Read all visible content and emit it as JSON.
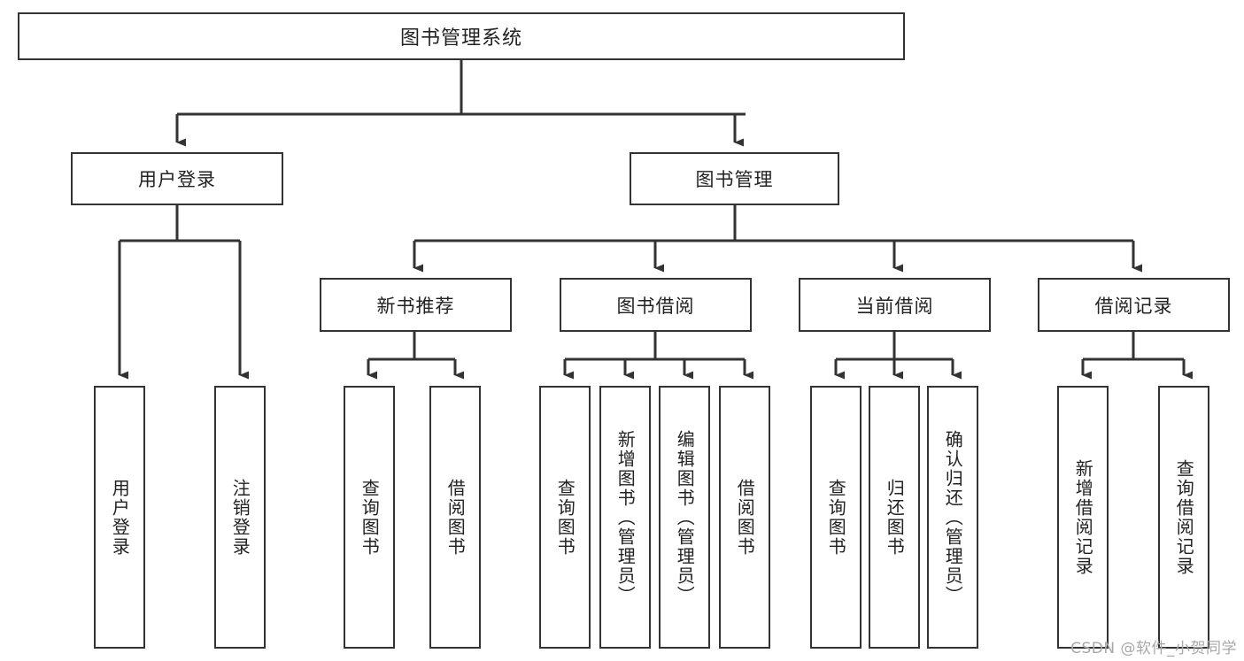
{
  "diagram": {
    "title": "图书管理系统",
    "type": "functional-structure-tree",
    "root": {
      "id": "root",
      "label": "图书管理系统"
    },
    "level2": [
      {
        "id": "user-login",
        "label": "用户登录"
      },
      {
        "id": "book-manage",
        "label": "图书管理"
      }
    ],
    "level3": [
      {
        "id": "new-book-rec",
        "label": "新书推荐",
        "parent": "book-manage"
      },
      {
        "id": "book-borrow",
        "label": "图书借阅",
        "parent": "book-manage"
      },
      {
        "id": "current-borrow",
        "label": "当前借阅",
        "parent": "book-manage"
      },
      {
        "id": "borrow-record",
        "label": "借阅记录",
        "parent": "book-manage"
      }
    ],
    "leaves": {
      "user-login": [
        {
          "id": "leaf-user-login",
          "label": "用户登录"
        },
        {
          "id": "leaf-logout",
          "label": "注销登录"
        }
      ],
      "new-book-rec": [
        {
          "id": "leaf-query-book-1",
          "label": "查询图书"
        },
        {
          "id": "leaf-borrow-book-1",
          "label": "借阅图书"
        }
      ],
      "book-borrow": [
        {
          "id": "leaf-query-book-2",
          "label": "查询图书"
        },
        {
          "id": "leaf-add-book",
          "label": "新增图书（管理员）"
        },
        {
          "id": "leaf-edit-book",
          "label": "编辑图书（管理员）"
        },
        {
          "id": "leaf-borrow-book-2",
          "label": "借阅图书"
        }
      ],
      "current-borrow": [
        {
          "id": "leaf-query-book-3",
          "label": "查询图书"
        },
        {
          "id": "leaf-return-book",
          "label": "归还图书"
        },
        {
          "id": "leaf-confirm-return",
          "label": "确认归还（管理员）"
        }
      ],
      "borrow-record": [
        {
          "id": "leaf-add-record",
          "label": "新增借阅记录"
        },
        {
          "id": "leaf-query-record",
          "label": "查询借阅记录"
        }
      ]
    }
  },
  "watermark": {
    "text": "CSDN @软件_小贺同学"
  },
  "colors": {
    "stroke": "#333333",
    "box_fill": "#ffffff",
    "text": "#222222",
    "watermark": "#a8a8a8",
    "background": "#ffffff"
  }
}
